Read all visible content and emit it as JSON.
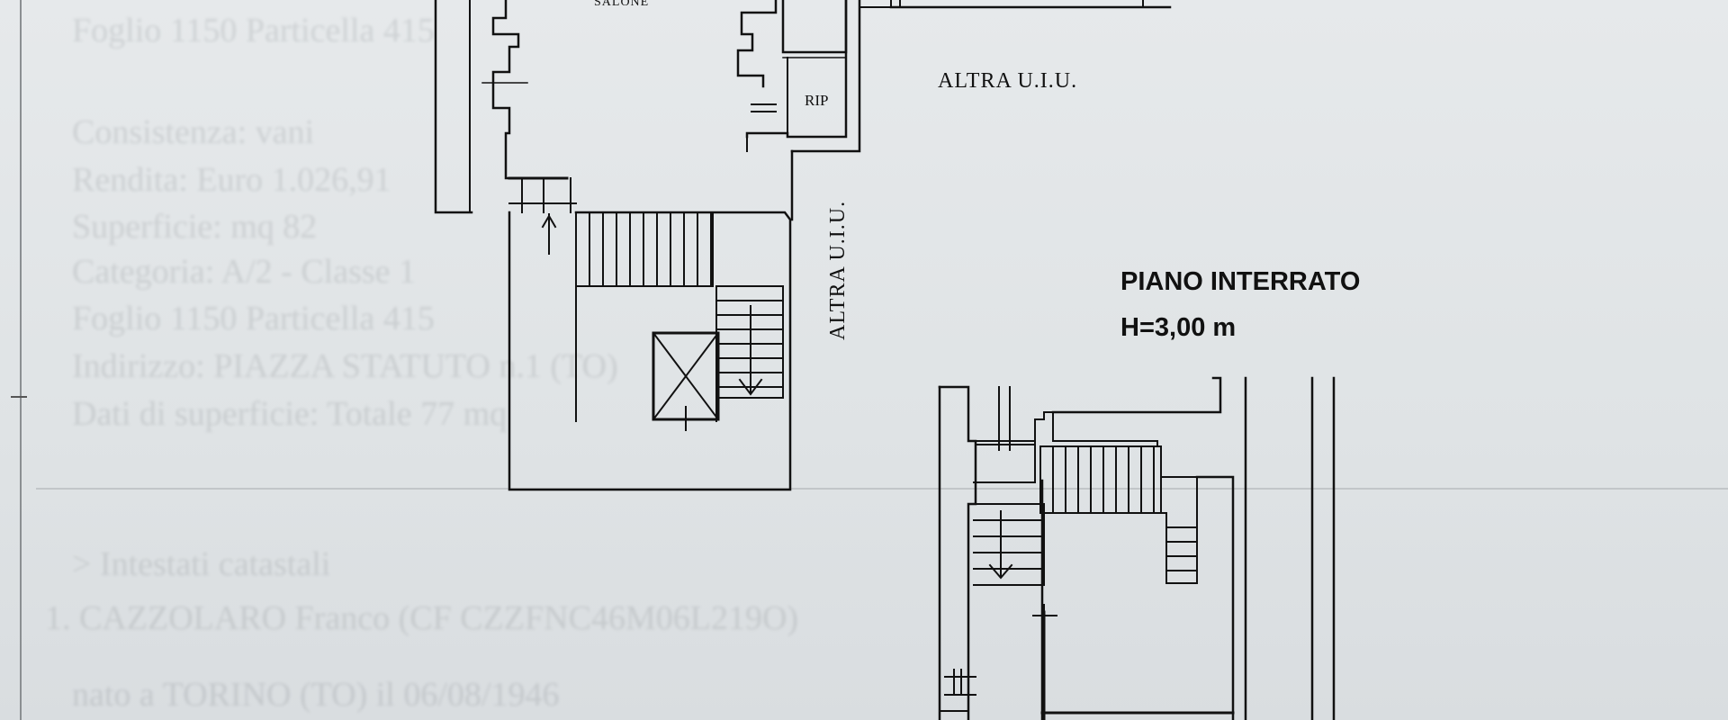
{
  "labels": {
    "salone": "SALONE",
    "rip": "RIP",
    "altra_uiu_top": "ALTRA  U.I.U.",
    "altra_uiu_vertical": "ALTRA  U.I.U.",
    "piano_title": "PIANO INTERRATO",
    "piano_height": "H=3,00 m"
  },
  "background_text": {
    "lines": [
      "Foglio 1150 Particella 415",
      "Consistenza: vani",
      "Rendita: Euro 1.026,91",
      "Superficie: mq 82",
      "Categoria: A/2 - Classe 1",
      "Foglio 1150 Particella 415",
      "Indirizzo: PIAZZA STATUTO n.1 (TO)",
      "Dati di superficie: Totale 77 mq",
      "> Intestati catastali",
      "1. CAZZOLARO Franco  (CF CZZFNC46M06L219O)",
      "nato a TORINO (TO) il 06/08/1946"
    ]
  },
  "colors": {
    "ink": "#111111",
    "paper": "#e3e6e8",
    "faded_text": "#5a5f63"
  }
}
